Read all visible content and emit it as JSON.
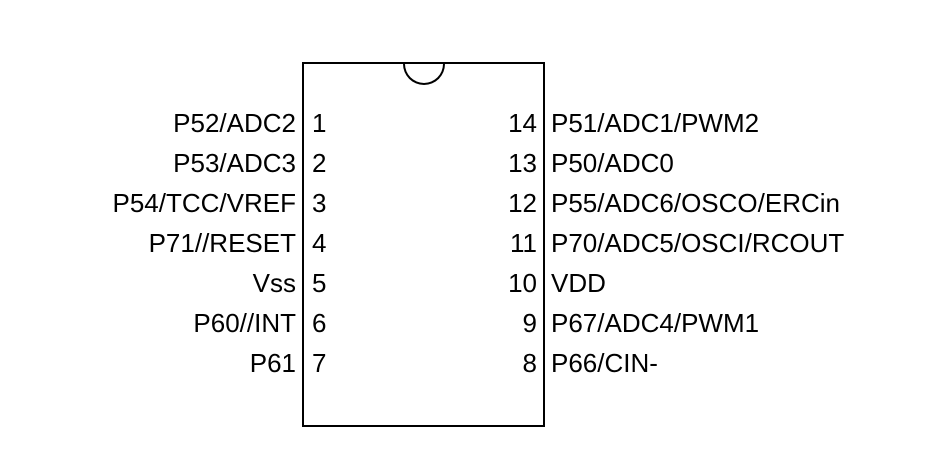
{
  "chip": {
    "pins_left": [
      {
        "number": "1",
        "label": "P52/ADC2"
      },
      {
        "number": "2",
        "label": "P53/ADC3"
      },
      {
        "number": "3",
        "label": "P54/TCC/VREF"
      },
      {
        "number": "4",
        "label": "P71//RESET"
      },
      {
        "number": "5",
        "label": "Vss"
      },
      {
        "number": "6",
        "label": "P60//INT"
      },
      {
        "number": "7",
        "label": "P61"
      }
    ],
    "pins_right": [
      {
        "number": "14",
        "label": "P51/ADC1/PWM2"
      },
      {
        "number": "13",
        "label": "P50/ADC0"
      },
      {
        "number": "12",
        "label": "P55/ADC6/OSCO/ERCin"
      },
      {
        "number": "11",
        "label": "P70/ADC5/OSCI/RCOUT"
      },
      {
        "number": "10",
        "label": "VDD"
      },
      {
        "number": "9",
        "label": "P67/ADC4/PWM1"
      },
      {
        "number": "8",
        "label": "P66/CIN-"
      }
    ]
  },
  "colors": {
    "line": "#000000",
    "text": "#000000",
    "background": "#ffffff"
  }
}
